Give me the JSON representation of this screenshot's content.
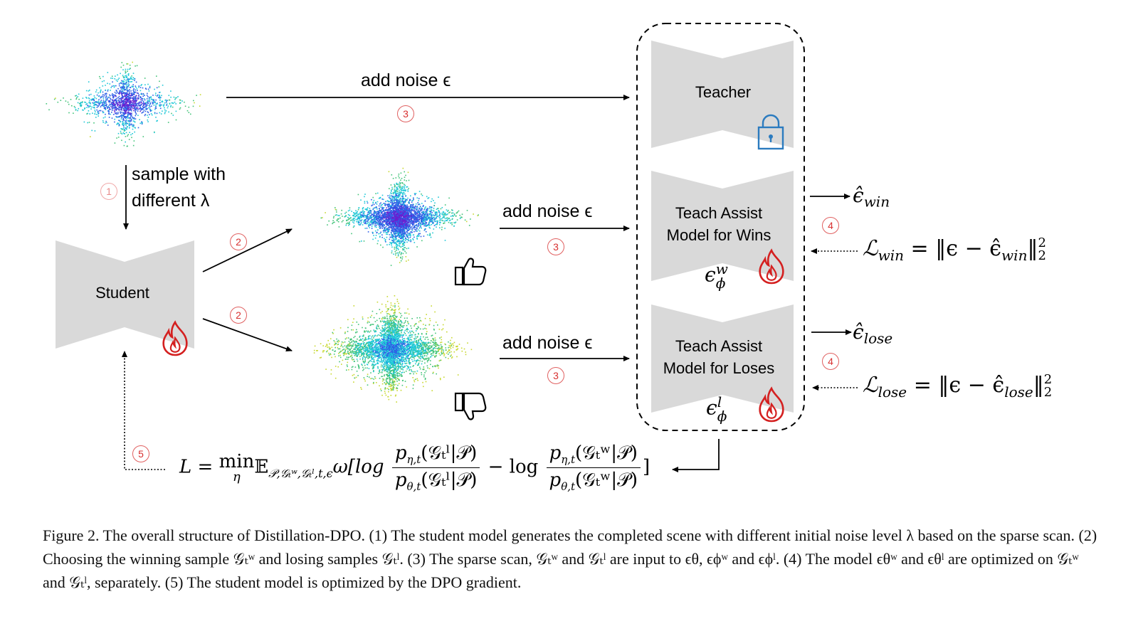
{
  "blocks": {
    "teacher": "Teacher",
    "student": "Student",
    "assist_wins_line1": "Teach Assist",
    "assist_wins_line2": "Model for Wins",
    "assist_loses_line1": "Teach Assist",
    "assist_loses_line2": "Model for Loses"
  },
  "labels": {
    "add_noise": "add noise ϵ",
    "sample_line1": "sample with",
    "sample_line2": "different λ",
    "eps_w_base": "ϵ",
    "eps_w_sup": "w",
    "eps_w_sub": "ϕ",
    "eps_l_base": "ϵ",
    "eps_l_sup": "l",
    "eps_l_sub": "ϕ",
    "eps_hat_win": "ϵ̂",
    "win_sub": "win",
    "eps_hat_lose": "ϵ̂",
    "lose_sub": "lose"
  },
  "losses": {
    "win_lhs": "ℒ",
    "win_sub": "win",
    "win_rhs_a": " = ‖ϵ − ϵ̂",
    "win_rhs_sub": "win",
    "win_rhs_b": "‖",
    "lose_lhs": "ℒ",
    "lose_sub": "lose",
    "lose_rhs_a": " = ‖ϵ − ϵ̂",
    "lose_rhs_sub": "lose",
    "lose_rhs_b": "‖",
    "sup2": "2",
    "sub2": "2"
  },
  "dpo": {
    "lhs": "L = ",
    "min": "min",
    "eta": "η",
    "expect": "𝔼",
    "expect_sub": "𝒫,𝒢ₜʷ,𝒢ₜˡ,t,ϵ",
    "omega_log": "ω[log",
    "num1": "p",
    "num1_sub": "η,t",
    "num1_arg": "(𝒢ₜˡ|𝒫)",
    "den1": "p",
    "den1_sub": "θ,t",
    "den1_arg": "(𝒢ₜˡ|𝒫)",
    "minus_log": " − log",
    "num2": "p",
    "num2_sub": "η,t",
    "num2_arg": "(𝒢ₜʷ|𝒫)",
    "den2": "p",
    "den2_sub": "θ,t",
    "den2_arg": "(𝒢ₜʷ|𝒫)",
    "close": "]"
  },
  "steps": {
    "s1": "1",
    "s2a": "2",
    "s2b": "2",
    "s3a": "3",
    "s3b": "3",
    "s3c": "3",
    "s4a": "4",
    "s4b": "4",
    "s5": "5"
  },
  "icons": {
    "lock": "lock-icon",
    "flame": "flame-icon",
    "thumbs_up": "thumbs-up-icon",
    "thumbs_down": "thumbs-down-icon"
  },
  "colors": {
    "block_fill": "#d9d9d9",
    "step_red": "#d83030",
    "flame_red": "#d42020",
    "lock_blue": "#2b7bbf",
    "point_purple": "#6a1fd0",
    "point_blue": "#2e5fe6",
    "point_cyan": "#1fc8d8",
    "point_green": "#44c47a",
    "point_yellow": "#c8d830"
  },
  "caption": "Figure 2. The overall structure of Distillation-DPO. (1) The student model generates the completed scene with different initial noise level λ based on the sparse scan. (2) Choosing the winning sample 𝒢ₜʷ and losing samples 𝒢ₜˡ. (3) The sparse scan, 𝒢ₜʷ and 𝒢ₜˡ are input to ϵθ, ϵϕʷ and ϵϕˡ. (4) The model ϵθʷ and ϵθˡ are optimized on 𝒢ₜʷ and 𝒢ₜˡ, separately. (5) The student model is optimized by the DPO gradient."
}
